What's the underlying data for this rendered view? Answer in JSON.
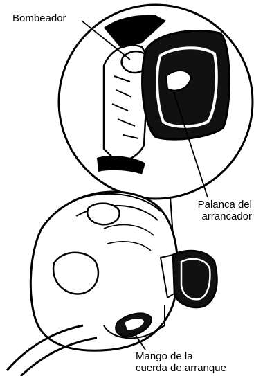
{
  "callouts": {
    "primer": "Bombeador",
    "starter_lever_line1": "Palanca del",
    "starter_lever_line2": "arrancador",
    "starter_handle_line1": "Mango de la",
    "starter_handle_line2": "cuerda de arranque"
  },
  "colors": {
    "ink": "#000000",
    "paper": "#ffffff"
  }
}
